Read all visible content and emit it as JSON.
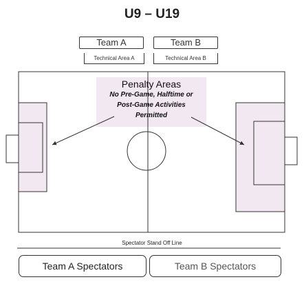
{
  "title": "U9 – U19",
  "teams": {
    "team_a": "Team A",
    "team_b": "Team B"
  },
  "technical_areas": {
    "a": "Technical Area A",
    "b": "Technical Area B"
  },
  "penalty_areas": {
    "title": "Penalty Areas",
    "line1": "No Pre-Game, Halftime or",
    "line2": "Post-Game Activities",
    "line3": "Permitted"
  },
  "spectator_line": "Spectator Stand Off Line",
  "spectators": {
    "a": "Team A Spectators",
    "b": "Team B Spectators"
  },
  "colors": {
    "field_line": "#333333",
    "penalty_fill": "#f2e8f2",
    "arrow": "#333333"
  }
}
